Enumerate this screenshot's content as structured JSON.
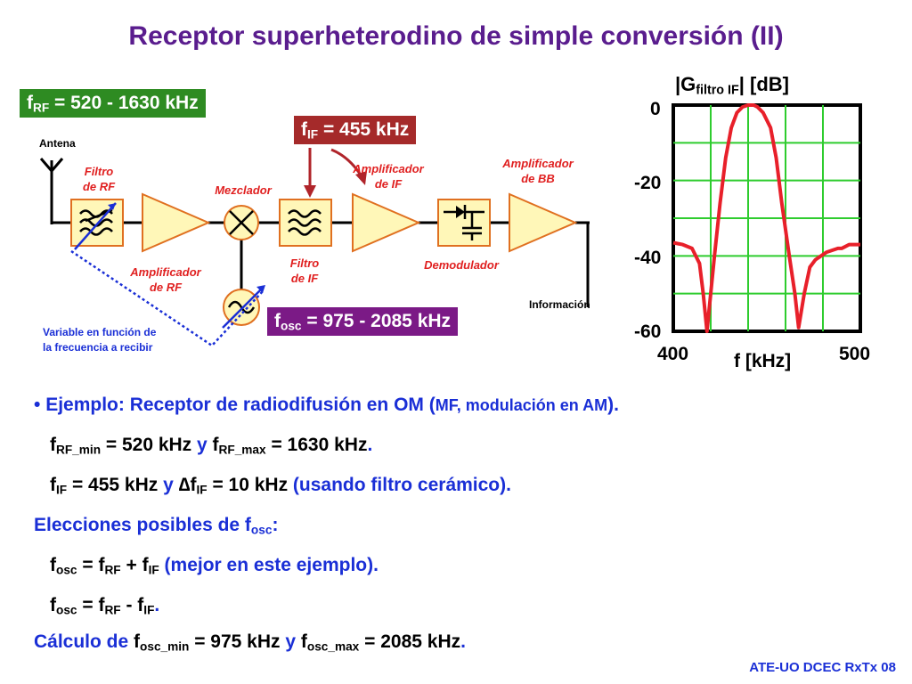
{
  "title": "Receptor superheterodino de simple conversión (II)",
  "boxes": {
    "frf": {
      "base": "f",
      "sub": "RF",
      "rest": " = 520 - 1630 kHz"
    },
    "fif": {
      "base": "f",
      "sub": "IF",
      "rest": " = 455 kHz"
    },
    "fosc": {
      "base": "f",
      "sub": "osc",
      "rest": " = 975 - 2085 kHz"
    }
  },
  "diagram": {
    "antena": "Antena",
    "filtro_rf": [
      "Filtro",
      "de RF"
    ],
    "amp_rf": [
      "Amplificador",
      "de RF"
    ],
    "mezclador": "Mezclador",
    "filtro_if": [
      "Filtro",
      "de IF"
    ],
    "amp_if": [
      "Amplificador",
      "de IF"
    ],
    "demodulador": "Demodulador",
    "amp_bb": [
      "Amplificador",
      "de BB"
    ],
    "informacion": "Información",
    "variable": [
      "Variable en función de",
      "la frecuencia a recibir"
    ]
  },
  "graph": {
    "title_base": "G",
    "title_sub": "filtro IF",
    "title_unit": "[dB]",
    "y_ticks": [
      "0",
      "-20",
      "-40",
      "-60"
    ],
    "x_ticks": [
      "400",
      "500"
    ],
    "xlabel": "f [kHz]",
    "curve_color": "#e8202a",
    "grid_color": "#2ecc2e"
  },
  "chart_data": {
    "type": "line",
    "x": [
      400,
      405,
      410,
      414,
      416,
      418,
      420,
      422,
      425,
      428,
      431,
      434,
      437,
      440,
      443,
      445,
      448,
      452,
      455,
      458,
      462,
      465,
      467,
      470,
      473,
      476,
      479,
      482,
      485,
      488,
      490,
      492,
      494,
      496,
      498,
      500
    ],
    "y": [
      -36.5,
      -37,
      -38,
      -42,
      -50,
      -60,
      -50,
      -40,
      -26,
      -14,
      -6,
      -2,
      -0.5,
      0,
      0,
      -0.5,
      -2,
      -6,
      -14,
      -26,
      -40,
      -50,
      -59,
      -50,
      -43,
      -41,
      -40,
      -39,
      -38.5,
      -38,
      -38,
      -37.5,
      -37,
      -37,
      -37,
      -37
    ],
    "xlim": [
      400,
      500
    ],
    "ylim": [
      -60,
      0
    ],
    "xlabel": "f [kHz]",
    "grid": true
  },
  "text": {
    "l1": {
      "bullet": "• ",
      "a": "Ejemplo: Receptor de radiodifusión en OM (",
      "b": "MF, modulación en AM",
      "c": ")."
    },
    "l2": {
      "a": "f",
      "a_sub": "RF_min",
      "b": " = 520 kHz ",
      "y": "y",
      "c": " f",
      "c_sub": "RF_max",
      "d": " = 1630 kHz",
      "e": "."
    },
    "l3": {
      "a": "f",
      "a_sub": "IF",
      "b": " = 455 kHz ",
      "y": "y",
      "c": " ∆f",
      "c_sub": "IF",
      "d": " = 10 kHz ",
      "e": "(usando filtro cerámico)."
    },
    "l4": {
      "a": "Elecciones posibles de f",
      "a_sub": "osc",
      "b": ":"
    },
    "l5": {
      "a": "f",
      "a_sub": "osc",
      "b": " = f",
      "b_sub": "RF",
      "c": " + f",
      "c_sub": "IF",
      "d": " (mejor en este ejemplo)."
    },
    "l6": {
      "a": "f",
      "a_sub": "osc",
      "b": " = f",
      "b_sub": "RF",
      "c": " - f",
      "c_sub": "IF",
      "d": "."
    },
    "l7": {
      "a": "Cálculo de ",
      "b": "f",
      "b_sub": "osc_min",
      "c": " = 975 kHz ",
      "y": "y",
      "d": " f",
      "d_sub": "osc_max",
      "e": " = 2085 kHz",
      "f": "."
    }
  },
  "footer": "ATE-UO DCEC RxTx 08"
}
